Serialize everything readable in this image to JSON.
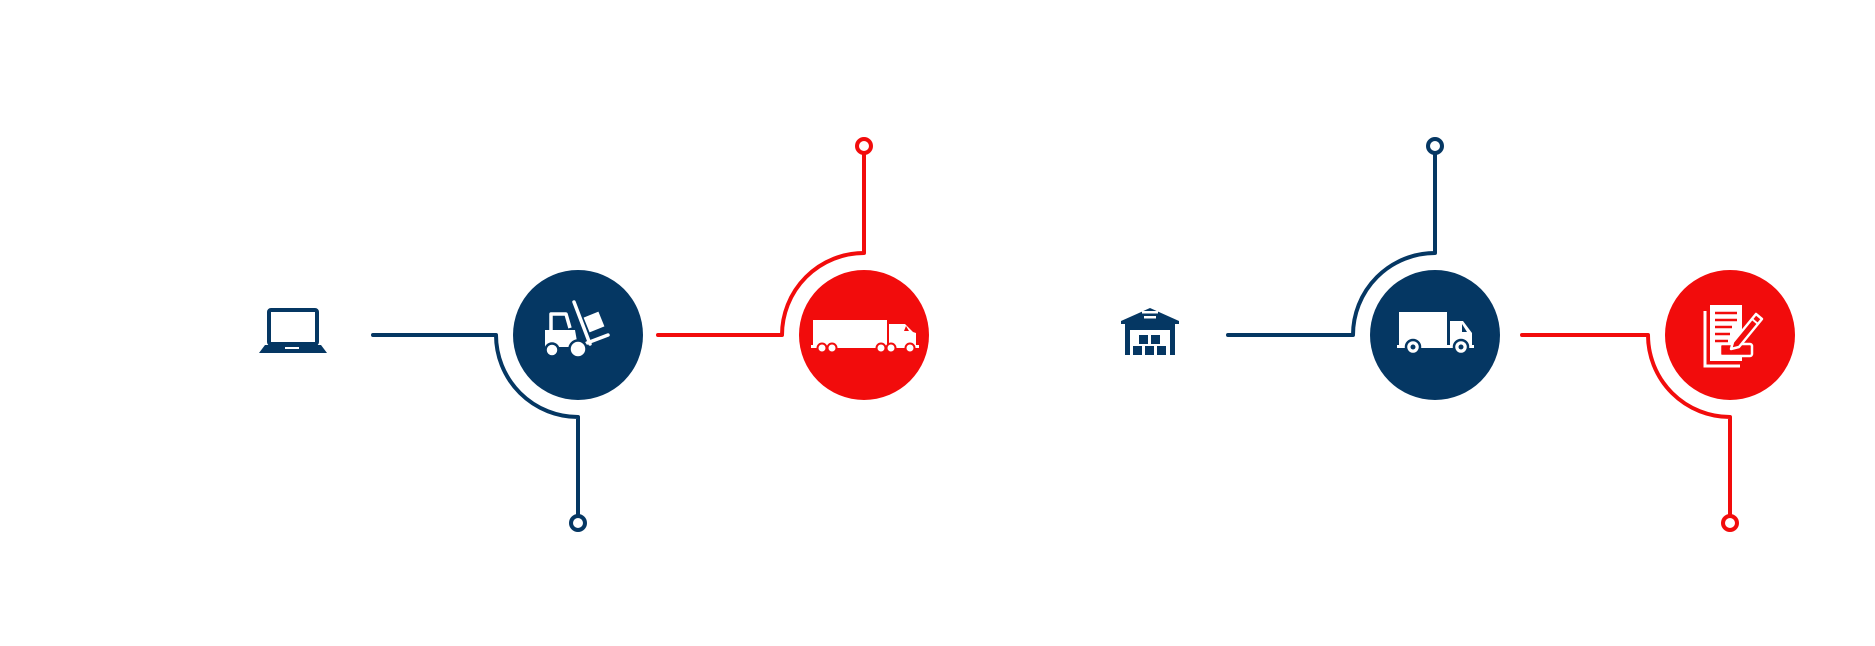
{
  "colors": {
    "navy": "#053763",
    "red": "#f20c0c",
    "white": "#ffffff",
    "background": "#ffffff"
  },
  "process": {
    "steps": [
      {
        "id": "order",
        "icon": "laptop-icon",
        "style": "plain",
        "color": "navy"
      },
      {
        "id": "picking",
        "icon": "forklift-icon",
        "style": "circle",
        "color": "navy"
      },
      {
        "id": "line-haul",
        "icon": "semi-truck-icon",
        "style": "circle",
        "color": "red"
      },
      {
        "id": "warehouse",
        "icon": "warehouse-icon",
        "style": "plain",
        "color": "navy"
      },
      {
        "id": "delivery",
        "icon": "delivery-truck-icon",
        "style": "circle",
        "color": "navy"
      },
      {
        "id": "documentation",
        "icon": "document-signing-icon",
        "style": "circle",
        "color": "red"
      }
    ]
  }
}
